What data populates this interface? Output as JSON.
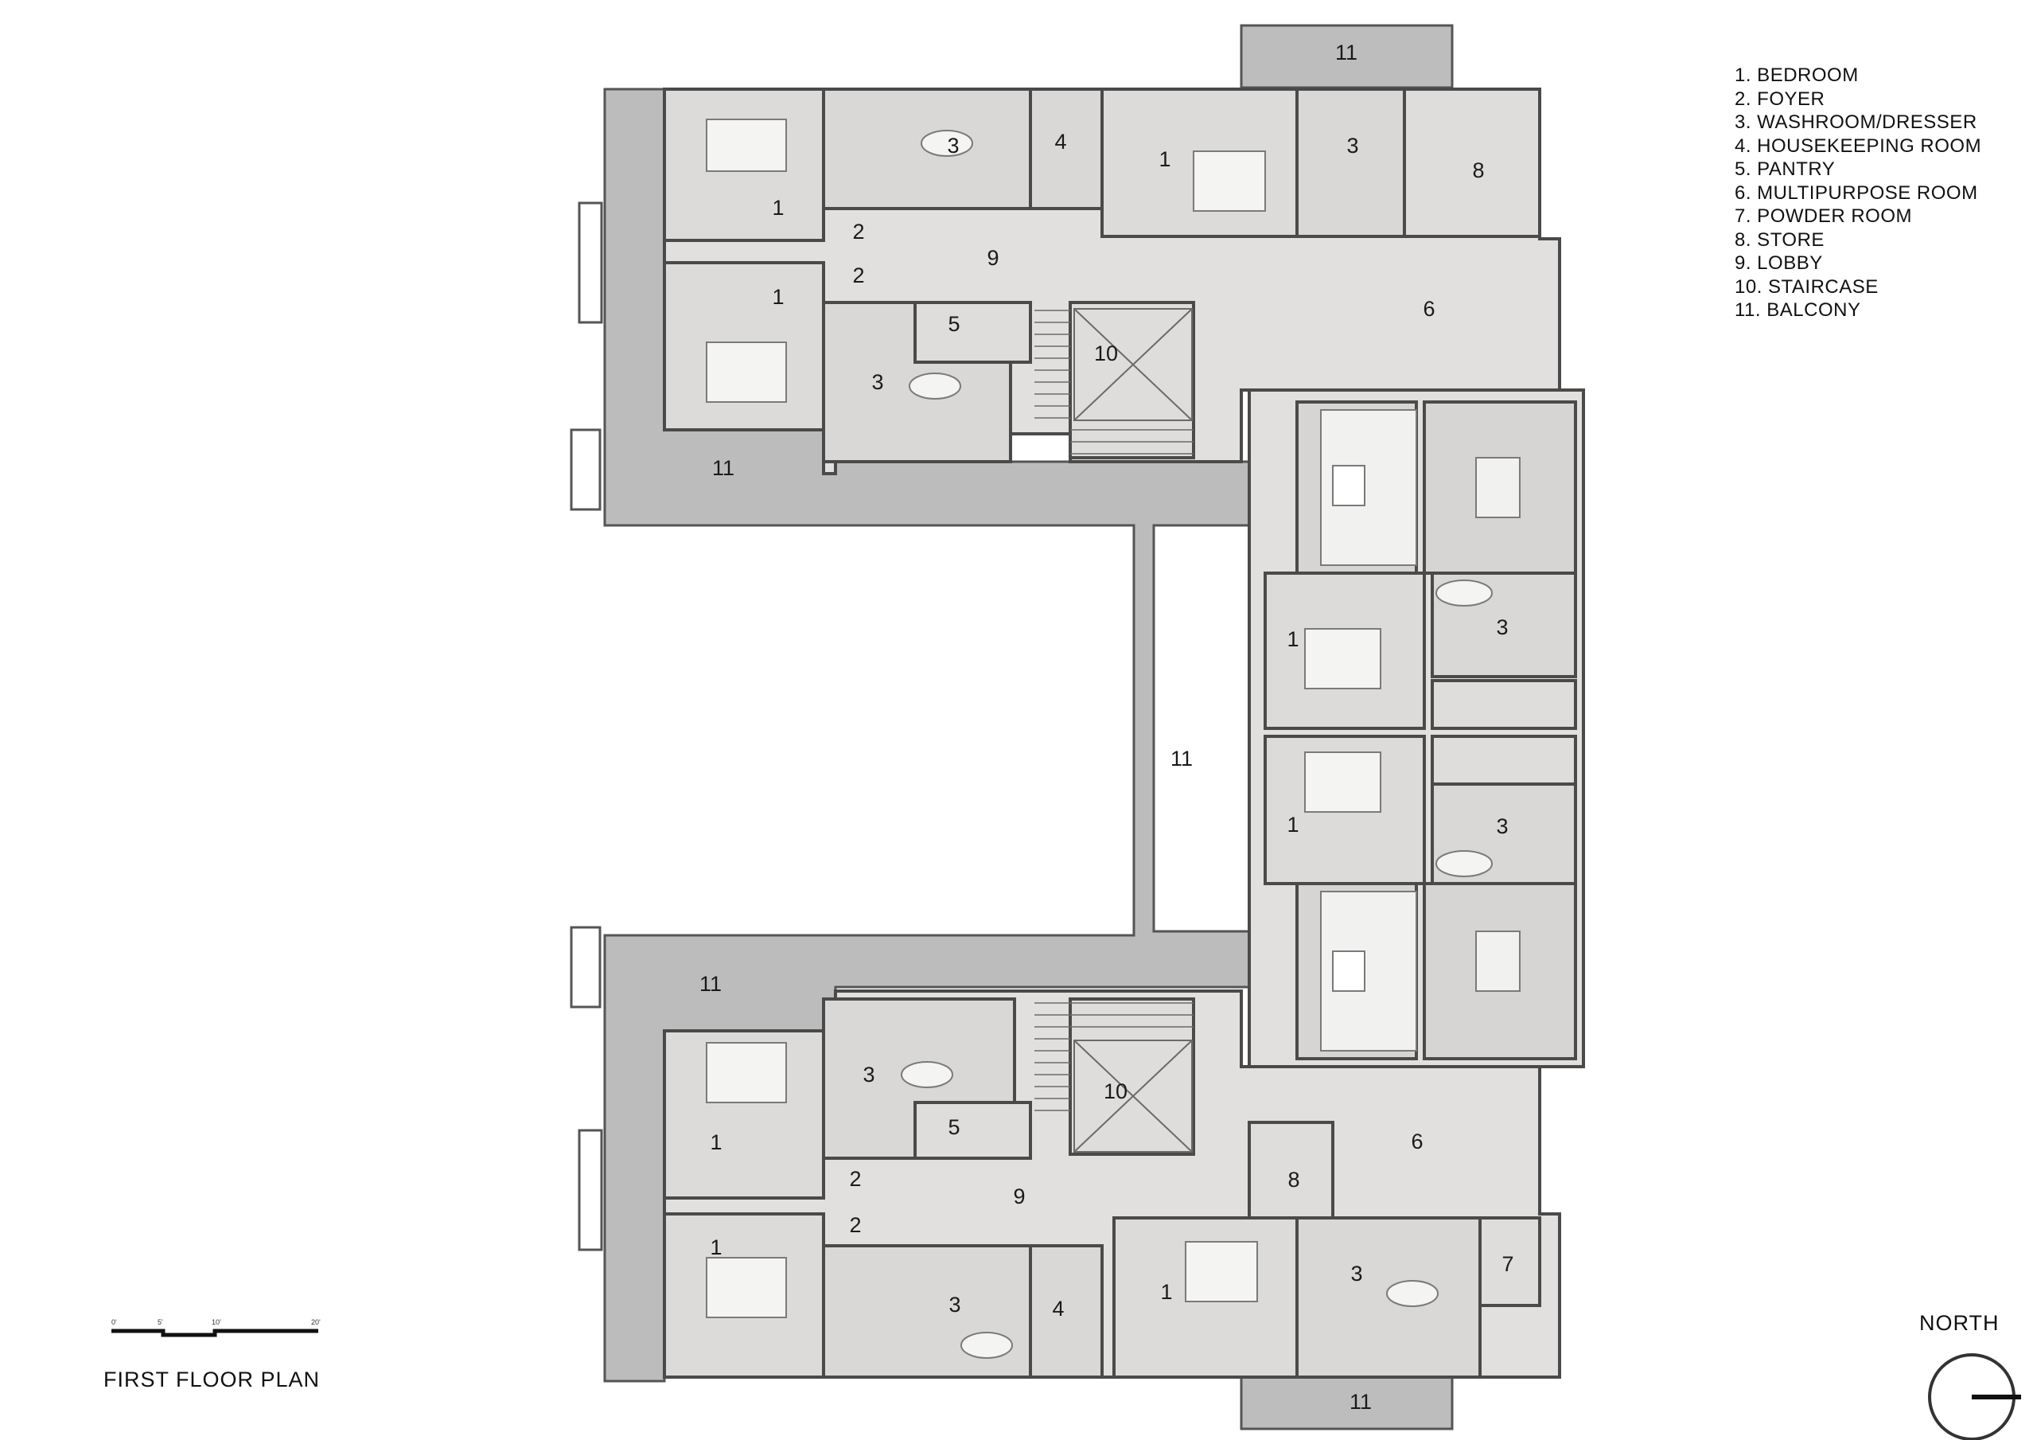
{
  "title": "FIRST FLOOR PLAN",
  "north_label": "NORTH",
  "scale_bar": {
    "ticks": [
      "0'",
      "5'",
      "10'",
      "20'"
    ]
  },
  "legend": [
    "1. BEDROOM",
    "2. FOYER",
    "3. WASHROOM/DRESSER",
    "4. HOUSEKEEPING ROOM",
    "5. PANTRY",
    "6. MULTIPURPOSE ROOM",
    "7. POWDER ROOM",
    "8. STORE",
    "9. LOBBY",
    "10. STAIRCASE",
    "11. BALCONY"
  ],
  "room_labels": [
    "11",
    "1",
    "3",
    "4",
    "1",
    "3",
    "8",
    "2",
    "9",
    "2",
    "1",
    "5",
    "10",
    "3",
    "6",
    "11",
    "1",
    "3",
    "11",
    "1",
    "3",
    "11",
    "3",
    "10",
    "5",
    "6",
    "1",
    "2",
    "9",
    "8",
    "2",
    "1",
    "3",
    "4",
    "1",
    "3",
    "7",
    "11"
  ],
  "colors": {
    "room_fill": "#e1e0de",
    "balcony_fill": "#b9b9b9",
    "wall": "#4a4a4a",
    "background": "#ffffff"
  }
}
